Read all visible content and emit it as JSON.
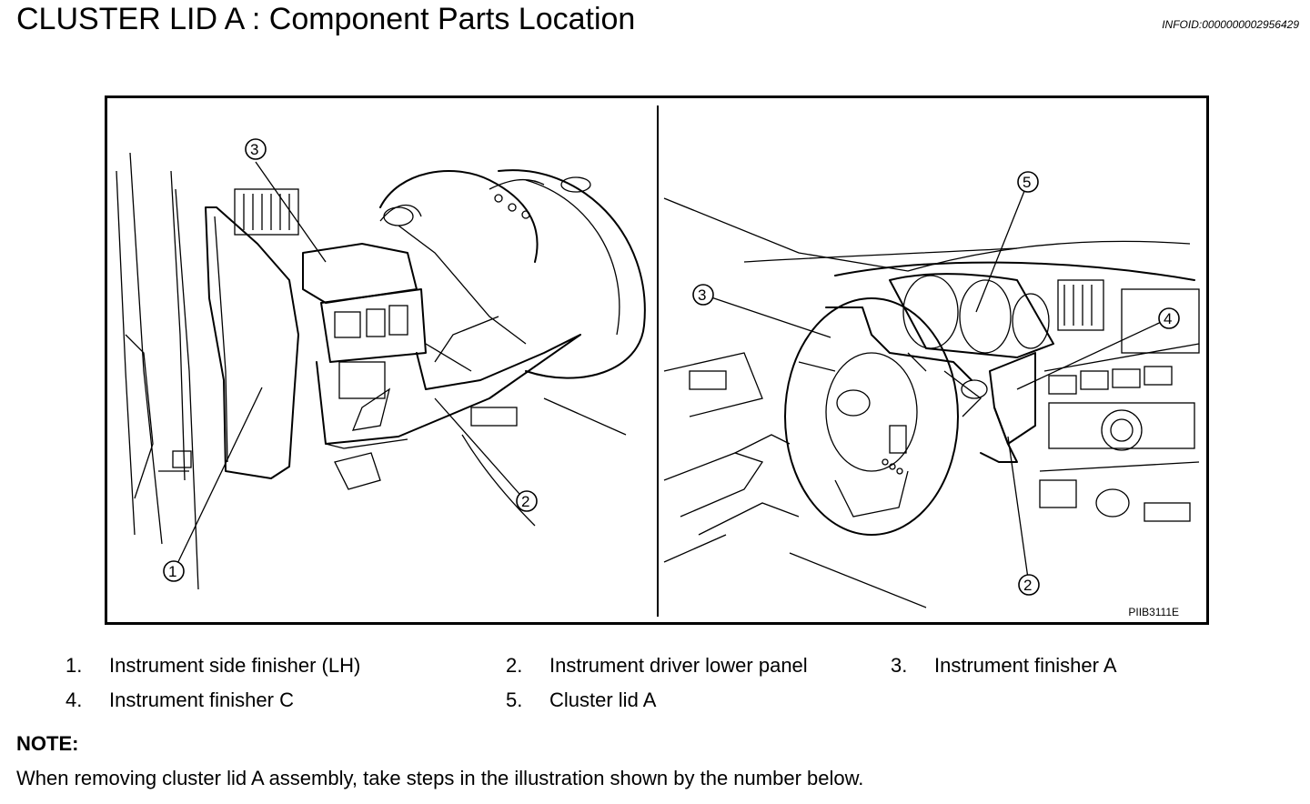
{
  "header": {
    "title": "CLUSTER LID A : Component Parts Location",
    "infoid": "INFOID:0000000002956429"
  },
  "figure": {
    "code": "PIIB3111E",
    "callouts_left": [
      "3",
      "2",
      "1"
    ],
    "callouts_right": [
      "5",
      "3",
      "4",
      "2"
    ]
  },
  "legend": [
    {
      "num": "1.",
      "text": "Instrument side finisher (LH)"
    },
    {
      "num": "2.",
      "text": "Instrument driver lower panel"
    },
    {
      "num": "3.",
      "text": "Instrument finisher A"
    },
    {
      "num": "4.",
      "text": "Instrument finisher C"
    },
    {
      "num": "5.",
      "text": "Cluster lid A"
    }
  ],
  "note": {
    "heading": "NOTE:",
    "text": "When removing cluster lid A assembly, take steps in the illustration shown by the number below."
  }
}
